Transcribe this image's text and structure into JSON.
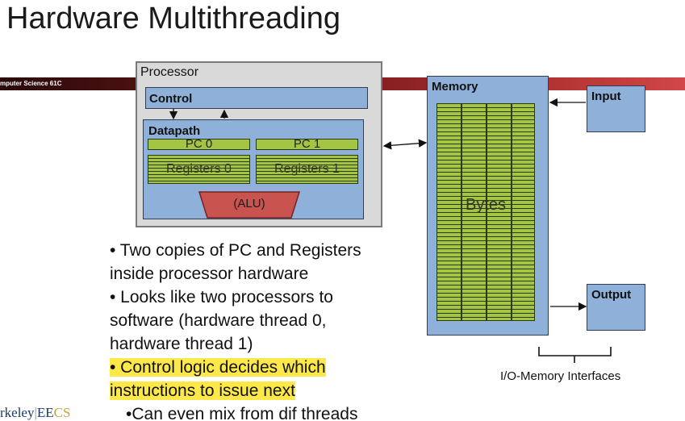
{
  "title": "Hardware Multithreading",
  "band_text": "mputer Science 61C",
  "processor": {
    "label": "Processor",
    "control_label": "Control",
    "datapath_label": "Datapath",
    "pc0": "PC 0",
    "pc1": "PC 1",
    "registers0": "Registers 0",
    "registers1": "Registers 1",
    "alu": "(ALU)"
  },
  "memory": {
    "label": "Memory",
    "bytes": "Bytes"
  },
  "io": {
    "input": "Input",
    "output": "Output",
    "caption": "I/O-Memory Interfaces"
  },
  "bullets": {
    "b1_l1": "• Two copies of PC and Registers",
    "b1_l2": "inside processor hardware",
    "b2_l1": "• Looks like two processors to",
    "b2_l2": "software (hardware thread 0,",
    "b2_l3": "hardware thread 1)",
    "b3_l1": "• Control logic decides which",
    "b3_l2": "instructions to issue next",
    "b4": "•Can even mix from dif threads"
  },
  "logo": {
    "part1": "rkeley",
    "sep": "|",
    "part2": "EE",
    "part3": "CS"
  },
  "colors": {
    "box_blue": "#8fb0d9",
    "register_green": "#a4c444",
    "alu_red": "#c9534f",
    "highlight": "#fde84a",
    "band": "#a02828"
  }
}
